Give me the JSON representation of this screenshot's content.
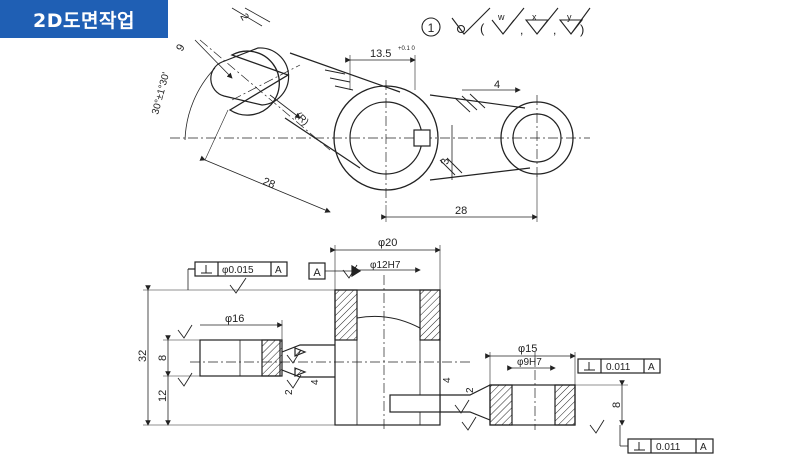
{
  "header": {
    "title": "2D도면작업"
  },
  "weld_note": {
    "index": "1",
    "w": "w",
    "x": "x",
    "y": "y"
  },
  "top_view": {
    "dim_2": "2",
    "dim_9": "9",
    "angle": "30°±1°30'",
    "radius": "(R)",
    "dim_28_left": "28",
    "dim_13_5": "13.5",
    "dim_13_5_tol": "+0.1 0",
    "dim_4": "4",
    "dim_3": "3",
    "dim_28_bottom": "28"
  },
  "front_view": {
    "datum_a": "A",
    "perp_left_value": "φ0.015",
    "perp_left_ref": "A",
    "d20": "φ20",
    "d12h7": "φ12H7",
    "d16": "φ16",
    "dim_32": "32",
    "dim_8_left": "8",
    "dim_12": "12",
    "dim_2_left": "2",
    "dim_4_left": "4",
    "dim_4_right": "4",
    "dim_2_right": "2",
    "d15": "φ15",
    "d9h7": "φ9H7",
    "perp_right_value": "0.011",
    "perp_right_ref": "A",
    "dim_8_right": "8",
    "perp_bottom_value": "0.011",
    "perp_bottom_ref": "A"
  }
}
